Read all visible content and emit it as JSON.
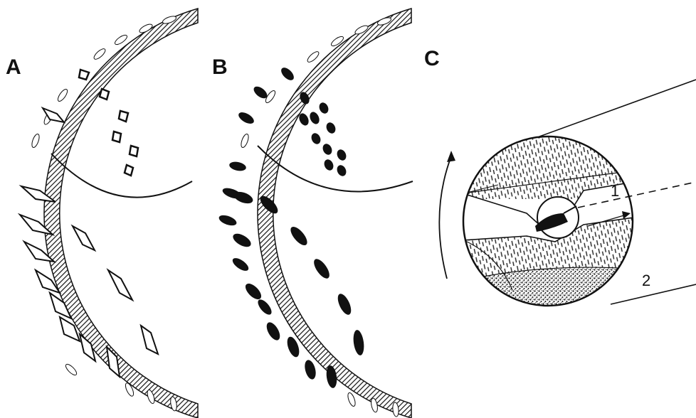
{
  "panels": [
    {
      "label": "A"
    },
    {
      "label": "B"
    },
    {
      "label": "C"
    }
  ],
  "callouts": [
    "1",
    "2"
  ],
  "colors": {
    "ink": "#111111",
    "paper": "#ffffff"
  }
}
